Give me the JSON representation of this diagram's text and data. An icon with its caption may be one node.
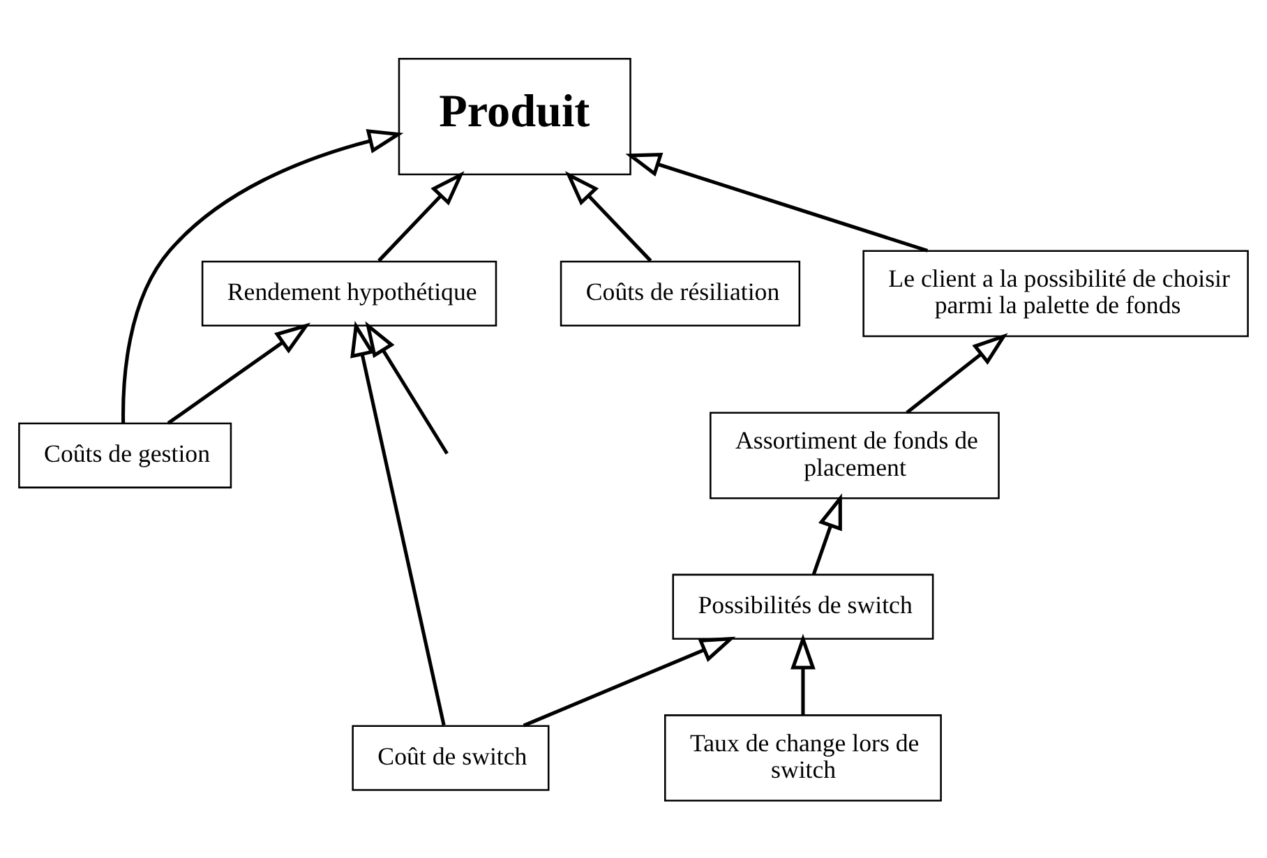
{
  "diagram": {
    "nodes": [
      {
        "text": [
          "Coûts de gestion"
        ]
      },
      {
        "text": [
          "Coûts de résiliation"
        ]
      },
      {
        "text": [
          "Produit"
        ]
      },
      {
        "text": [
          "Rendement hypothétique"
        ]
      },
      {
        "text": [
          "Le client a la possibilité de choisir parmi la palette de fonds"
        ]
      },
      {
        "text": [
          "Assortiment de fonds de placement"
        ]
      },
      {
        "text": [
          "Coût de switch"
        ]
      },
      {
        "text": [
          "Taux de change lors de switch"
        ]
      },
      {
        "text": [
          "Possibilités de switch"
        ]
      }
    ],
    "edges": [
      {
        "from": 0,
        "to": 2,
        "arrow": "to"
      },
      {
        "from": 0,
        "to": 3,
        "arrow": "to"
      },
      {
        "from": 1,
        "to": 2,
        "arrow": "to"
      },
      {
        "from": 3,
        "to": 2,
        "arrow": "to"
      },
      {
        "from": 4,
        "to": 2,
        "arrow": "to"
      },
      {
        "from": 5,
        "to": 4,
        "arrow": "to"
      },
      {
        "from": 8,
        "to": 5,
        "arrow": "to"
      },
      {
        "from": 6,
        "to": 3,
        "arrow": "to"
      },
      {
        "from": 6,
        "to": 8,
        "arrow": "to"
      },
      {
        "from": 7,
        "to": 8,
        "arrow": "to"
      },
      {
        "from": null,
        "to": 3,
        "arrow": "to"
      }
    ]
  }
}
